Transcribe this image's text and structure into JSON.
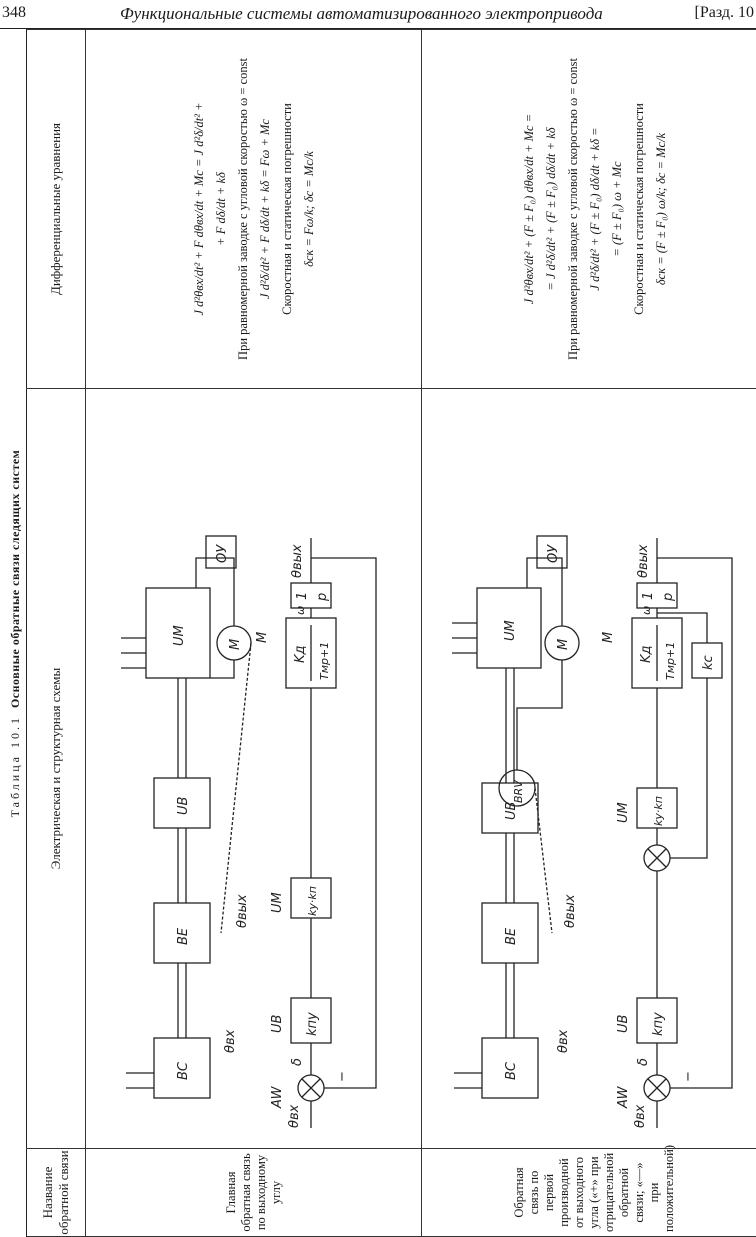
{
  "header": {
    "page_number": "348",
    "title": "Функциональные системы автоматизированного электропривода",
    "section": "[Разд. 10"
  },
  "table": {
    "caption_prefix": "Таблица 10.1",
    "caption": "Основные обратные связи следящих систем",
    "columns": [
      "Название обратной связи",
      "Электрическая и структурная схемы",
      "Дифференциальные уравнения"
    ],
    "rows": [
      {
        "name": "Главная обратная связь по выходному углу",
        "equations": [
          "J d²θвх/dt² + F dθвх/dt + Mс = J d²δ/dt² +",
          "+ F dδ/dt + kδ",
          "При равномерной заводке с угловой скоростью ω = const",
          "J d²δ/dt² + F dδ/dt + kδ = Fω + Mс",
          "Скоростная и статическая погрешности",
          "δск = Fω/k;  δс = Mс/k"
        ],
        "diagram": {
          "bc": "BC",
          "be": "BE",
          "ub": "UB",
          "um": "UM",
          "motor": "M",
          "load": "ОУ",
          "theta_in": "θвх",
          "theta_out": "θвых",
          "aw": "AW",
          "delta": "δ",
          "ub_label": "UB",
          "um_label": "UM",
          "m_label": "M",
          "k_pu": "kпу",
          "k_uk_p": "kу·kп",
          "k_d": "Kд",
          "t_m": "Tмp+1",
          "one": "1",
          "p": "p",
          "omega": "ω",
          "minus": "−"
        }
      },
      {
        "name": "Обратная связь по первой производной от выходного угла («+» при отрицательной обратной связи; «—» при положительной)",
        "equations": [
          "J d²θвх/dt² + (F ± F₀) dθвх/dt + Mс =",
          "= J d²δ/dt² + (F ± F₀) dδ/dt + kδ",
          "При равномерной заводке с угловой скоростью ω = const",
          "J d²δ/dt² + (F ± F₀) dδ/dt + kδ =",
          "= (F ± F₀) ω + Mс",
          "Скоростная и статическая погрешности",
          "δск = (F ± F₀) ω/k;  δс = Mс/k"
        ],
        "diagram": {
          "bc": "BC",
          "be": "BE",
          "ub": "UB",
          "um": "UM",
          "brv": "BRV",
          "motor": "M",
          "load": "ОУ",
          "theta_in": "θвх",
          "theta_out": "θвых",
          "aw": "AW",
          "delta": "δ",
          "ub_label": "UB",
          "um_label": "UM",
          "m_label": "M",
          "k_pu": "kпу",
          "k_uk_p": "kу·kп",
          "k_d": "Kд",
          "t_m": "Tмp+1",
          "one": "1",
          "p": "p",
          "omega": "ω",
          "k_c": "kс",
          "minus": "−"
        }
      }
    ]
  }
}
